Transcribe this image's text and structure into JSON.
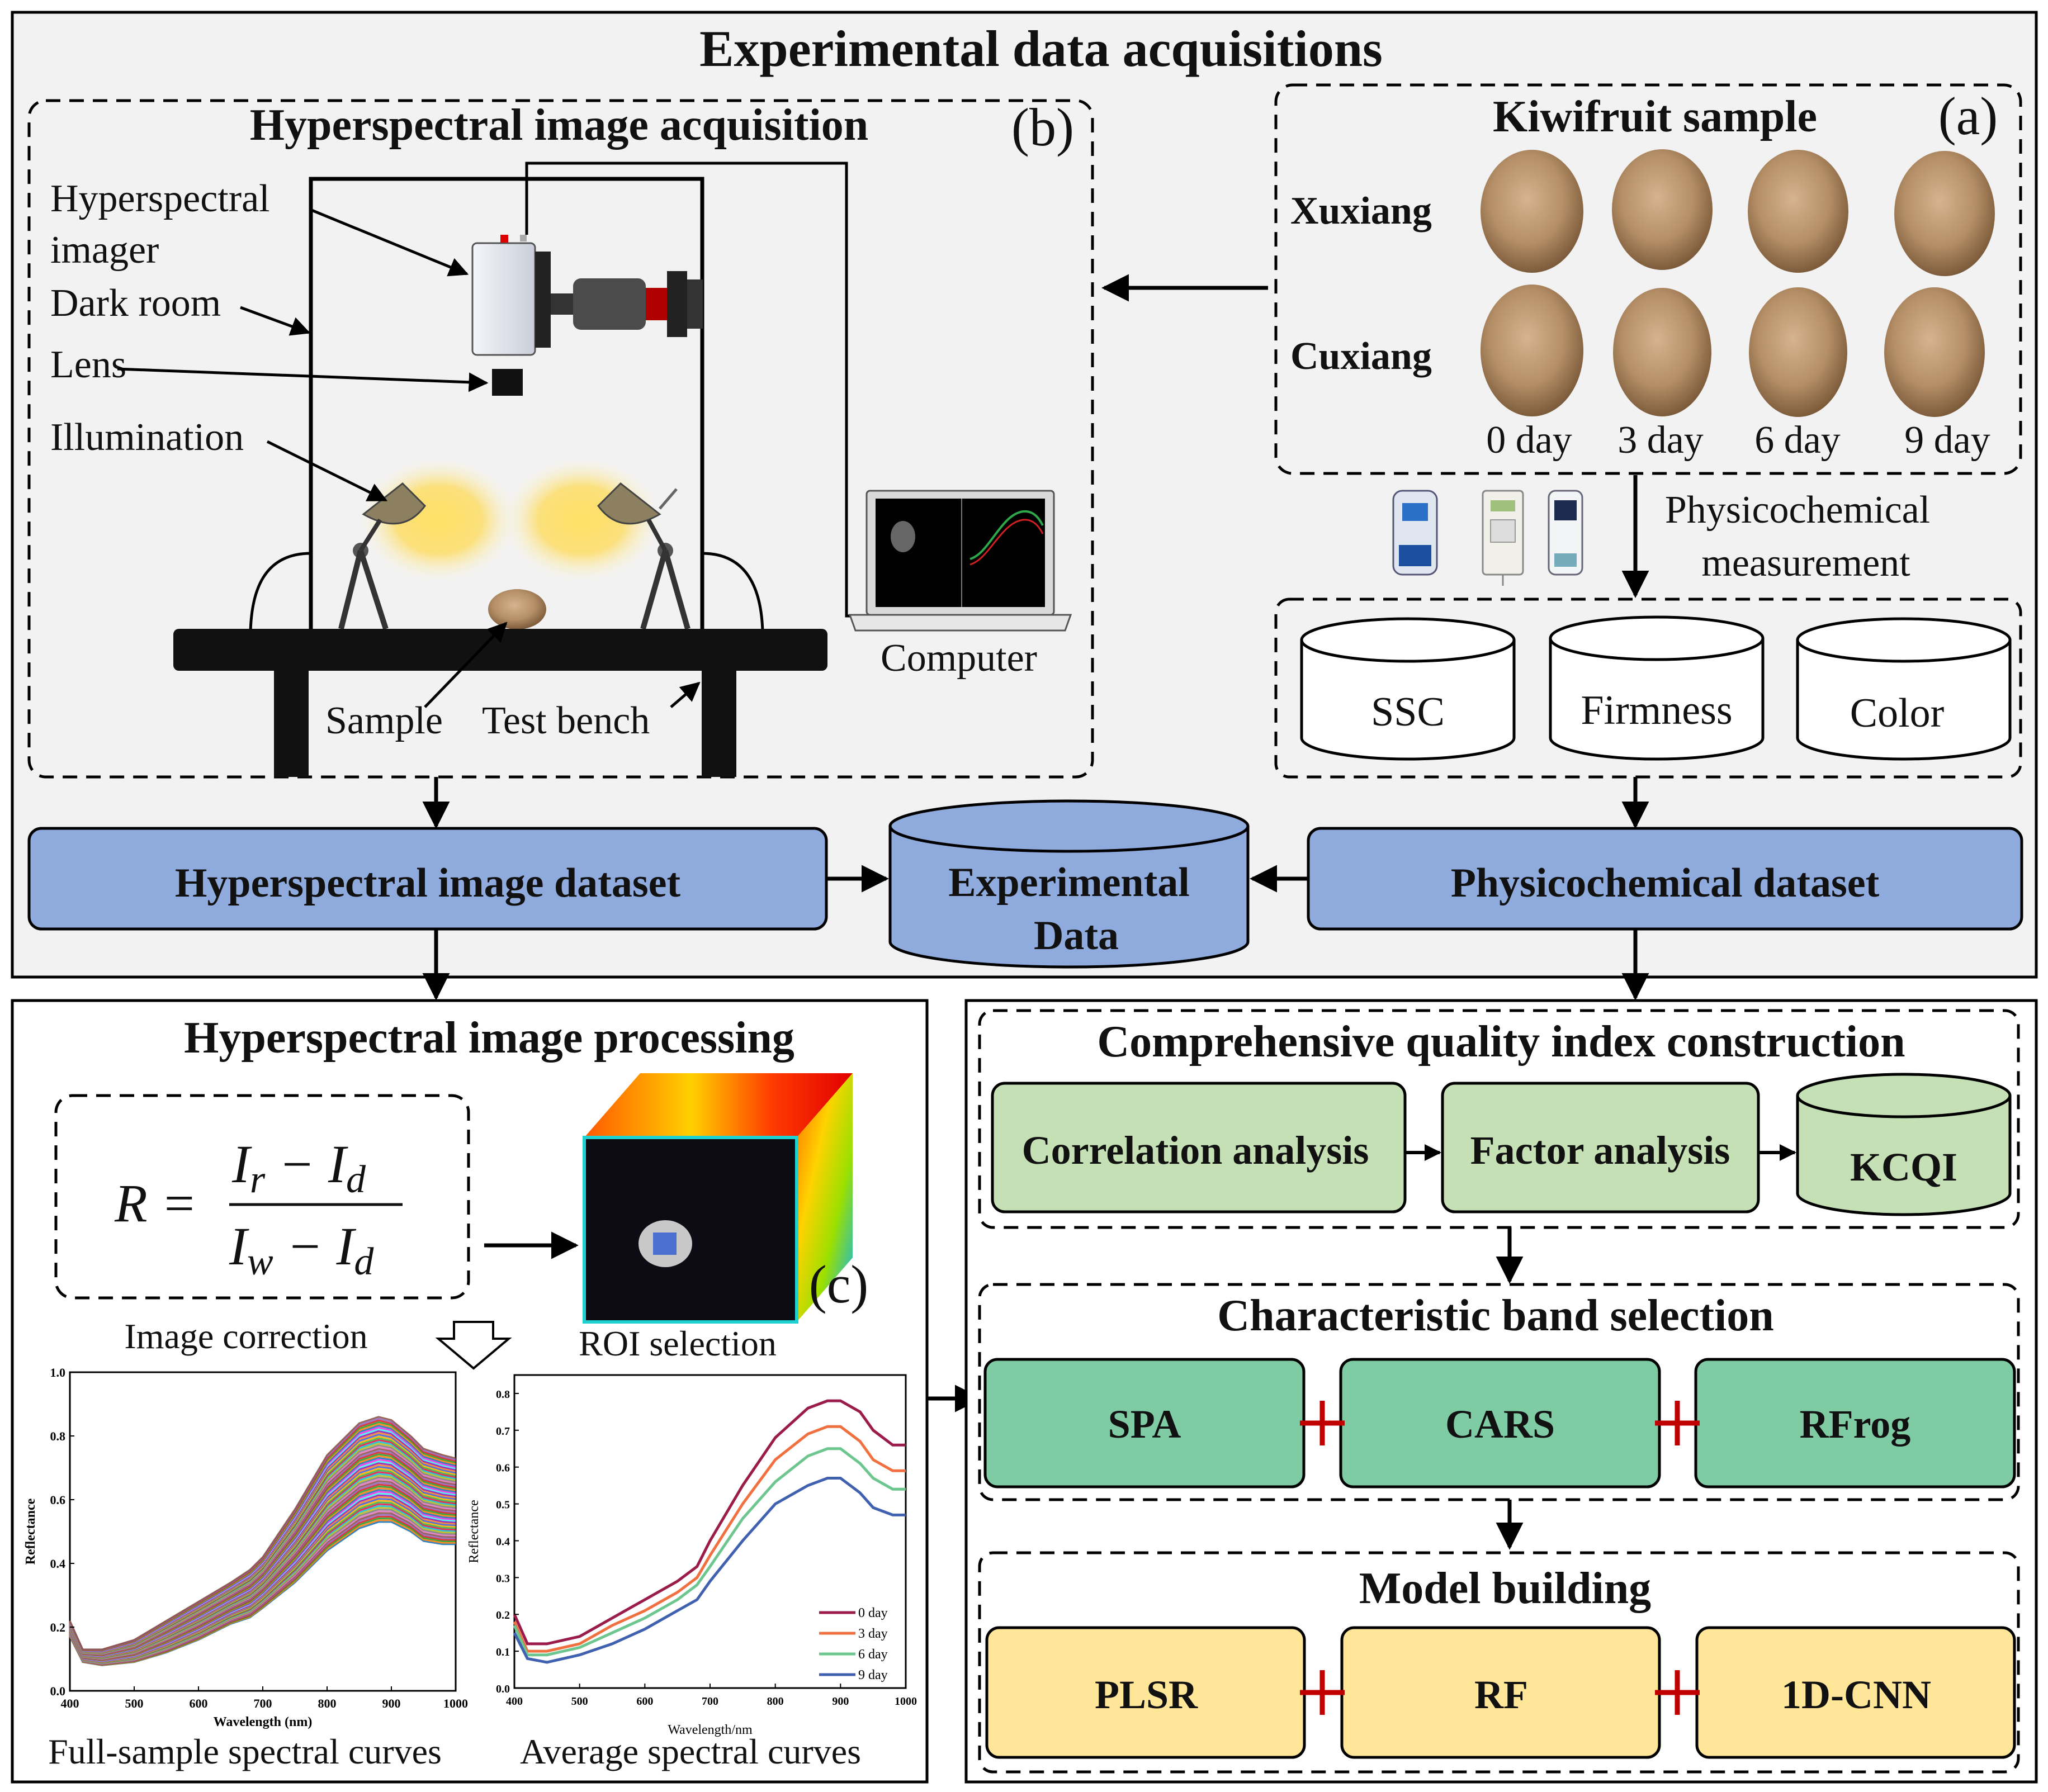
{
  "top_section": {
    "title": "Experimental  data acquisitions"
  },
  "hsi_acquisition": {
    "title": "Hyperspectral image acquisition",
    "tag": "(b)",
    "labels": {
      "imager_line1": "Hyperspectral",
      "imager_line2": "imager",
      "dark_room": "Dark room",
      "lens": "Lens",
      "illumination": "Illumination",
      "sample": "Sample",
      "test_bench": "Test bench",
      "computer": "Computer"
    }
  },
  "kiwifruit_sample": {
    "title": "Kiwifruit sample",
    "tag": "(a)",
    "varieties": [
      "Xuxiang",
      "Cuxiang"
    ],
    "days": [
      "0 day",
      "3 day",
      "6 day",
      "9 day"
    ]
  },
  "physicochemical": {
    "label_line1": "Physicochemical",
    "label_line2": "measurement",
    "indices": [
      "SSC",
      "Firmness",
      "Color"
    ]
  },
  "datasets": {
    "hsi_dataset": "Hyperspectral image dataset",
    "experimental_line1": "Experimental",
    "experimental_line2": "Data",
    "physico_dataset": "Physicochemical dataset"
  },
  "processing": {
    "title": "Hyperspectral image processing",
    "formula": {
      "lhs": "R =",
      "numerator": "I",
      "num_sub1": "r",
      "num_mid": " − I",
      "num_sub2": "d",
      "denominator": "I",
      "den_sub1": "w",
      "den_mid": " − I",
      "den_sub2": "d"
    },
    "image_correction": "Image  correction",
    "roi_selection": "ROI selection",
    "tag": "(c)",
    "full_sample_caption": "Full-sample spectral curves",
    "average_caption": "Average spectral curves"
  },
  "right_section": {
    "cqi_title": "Comprehensive quality index construction",
    "cqi_steps": [
      "Correlation  analysis",
      "Factor analysis",
      "KCQI"
    ],
    "band_title": "Characteristic band selection",
    "band_methods": [
      "SPA",
      "CARS",
      "RFrog"
    ],
    "model_title": "Model building",
    "models": [
      "PLSR",
      "RF",
      "1D-CNN"
    ]
  },
  "colors": {
    "dataset_blue": "#8faadc",
    "cqi_green": "#c5e0b4",
    "band_green": "#7fcba4",
    "model_yellow": "#ffe699",
    "plus_red": "#c00000",
    "panel_bg": "#f2f2f2"
  },
  "chart_data": [
    {
      "type": "line",
      "xlabel": "Wavelength (nm)",
      "ylabel": "Reflectance",
      "xlim": [
        400,
        1000
      ],
      "ylim": [
        0.0,
        1.0
      ],
      "x_ticks": [
        "400",
        "500",
        "600",
        "700",
        "800",
        "900",
        "1000"
      ],
      "y_ticks": [
        "0.0",
        "0.2",
        "0.4",
        "0.6",
        "0.8",
        "1.0"
      ],
      "x": [
        400,
        420,
        450,
        500,
        550,
        600,
        650,
        680,
        700,
        750,
        800,
        850,
        880,
        900,
        930,
        950,
        980,
        1000
      ],
      "envelope_low": [
        0.17,
        0.09,
        0.08,
        0.09,
        0.12,
        0.16,
        0.21,
        0.23,
        0.26,
        0.34,
        0.44,
        0.51,
        0.53,
        0.53,
        0.5,
        0.47,
        0.46,
        0.46
      ],
      "envelope_high": [
        0.22,
        0.13,
        0.13,
        0.16,
        0.22,
        0.28,
        0.34,
        0.38,
        0.42,
        0.57,
        0.74,
        0.84,
        0.86,
        0.85,
        0.8,
        0.76,
        0.74,
        0.73
      ],
      "grid": false
    },
    {
      "type": "line",
      "xlabel": "Wavelength/nm",
      "ylabel": "Reflectance",
      "xlim": [
        400,
        1000
      ],
      "ylim": [
        0.0,
        0.85
      ],
      "x_ticks": [
        "400",
        "500",
        "600",
        "700",
        "800",
        "900",
        "1000"
      ],
      "y_ticks": [
        "0.0",
        "0.1",
        "0.2",
        "0.3",
        "0.4",
        "0.5",
        "0.6",
        "0.7",
        "0.8"
      ],
      "x": [
        400,
        420,
        450,
        500,
        550,
        600,
        650,
        680,
        700,
        750,
        800,
        850,
        880,
        900,
        930,
        950,
        980,
        1000
      ],
      "series": [
        {
          "name": "0 day",
          "color": "#9b1b4a",
          "values": [
            0.2,
            0.12,
            0.12,
            0.14,
            0.19,
            0.24,
            0.29,
            0.33,
            0.4,
            0.55,
            0.68,
            0.76,
            0.78,
            0.78,
            0.75,
            0.7,
            0.66,
            0.66
          ]
        },
        {
          "name": "3 day",
          "color": "#f07040",
          "values": [
            0.18,
            0.1,
            0.1,
            0.12,
            0.17,
            0.21,
            0.26,
            0.3,
            0.36,
            0.5,
            0.62,
            0.69,
            0.71,
            0.71,
            0.67,
            0.62,
            0.59,
            0.59
          ]
        },
        {
          "name": "6 day",
          "color": "#6cc68e",
          "values": [
            0.17,
            0.09,
            0.09,
            0.11,
            0.15,
            0.19,
            0.24,
            0.28,
            0.33,
            0.46,
            0.56,
            0.63,
            0.65,
            0.65,
            0.61,
            0.57,
            0.54,
            0.54
          ]
        },
        {
          "name": "9 day",
          "color": "#4060b0",
          "values": [
            0.15,
            0.08,
            0.07,
            0.09,
            0.12,
            0.16,
            0.21,
            0.24,
            0.29,
            0.4,
            0.5,
            0.55,
            0.57,
            0.57,
            0.53,
            0.49,
            0.47,
            0.47
          ]
        }
      ],
      "legend": "bottom-right",
      "grid": false
    }
  ]
}
